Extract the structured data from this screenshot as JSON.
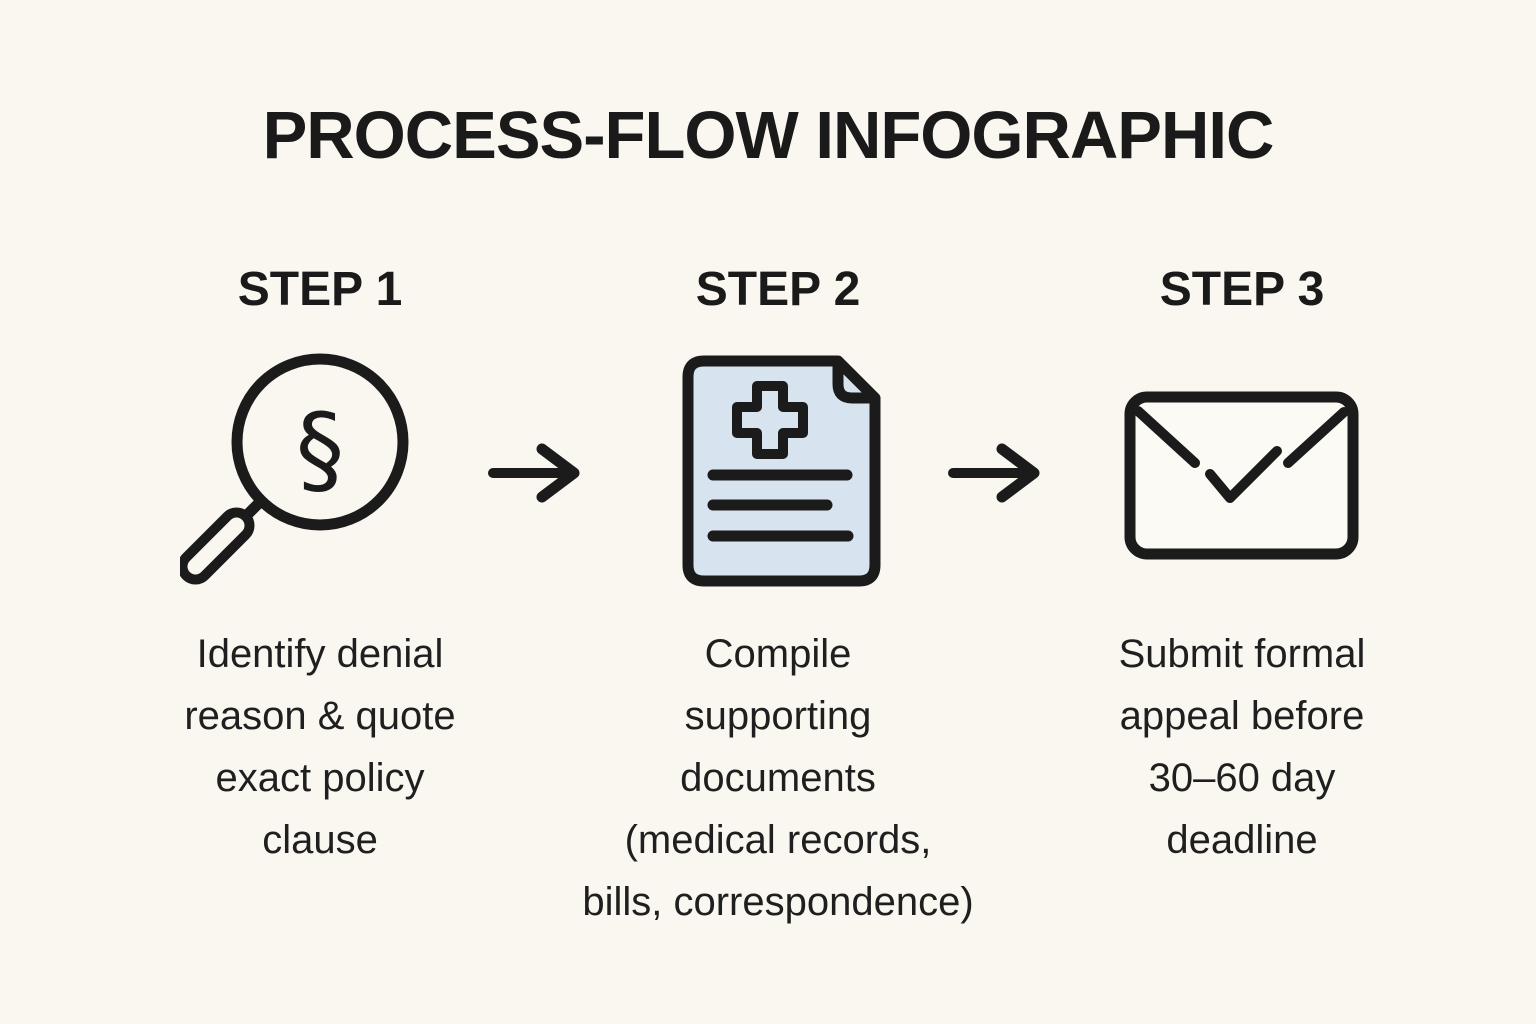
{
  "title": "PROCESS-FLOW INFOGRAPHIC",
  "colors": {
    "background": "#faf7f0",
    "ink": "#1b1b1b",
    "document_fill": "#d7e3ee",
    "envelope_fill": "#fcfaf4"
  },
  "steps": [
    {
      "label": "STEP 1",
      "icon": "magnifying-glass-section-sign-icon",
      "glyph": "§",
      "description": "Identify denial reason & quote exact policy clause",
      "description_lines": [
        "Identify denial",
        "reason & quote",
        "exact policy",
        "clause"
      ]
    },
    {
      "label": "STEP 2",
      "icon": "medical-document-icon",
      "description": "Compile supporting documents (medical records, bills, correspondence)",
      "description_lines": [
        "Compile",
        "supporting",
        "documents",
        "(medical records,",
        "bills, correspondence)"
      ]
    },
    {
      "label": "STEP 3",
      "icon": "envelope-checkmark-icon",
      "description": "Submit formal appeal before 30–60 day deadline",
      "description_lines": [
        "Submit formal",
        "appeal before",
        "30–60 day",
        "deadline"
      ]
    }
  ],
  "connectors": [
    {
      "icon": "arrow-right-icon"
    },
    {
      "icon": "arrow-right-icon"
    }
  ]
}
